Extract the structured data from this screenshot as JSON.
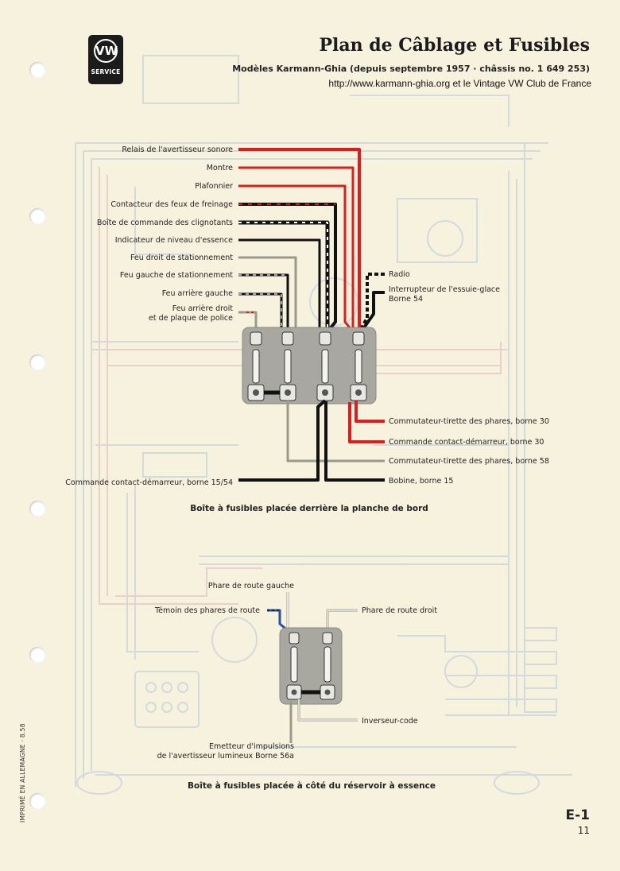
{
  "header": {
    "brand": "VW",
    "service_label": "SERVICE",
    "title": "Plan de Câblage et Fusibles",
    "subtitle": "Modèles Karmann-Ghia (depuis septembre 1957 · châssis no. 1 649 253)",
    "url": "http://www.karmann-ghia.org et le Vintage VW Club de France"
  },
  "fuse_box_dashboard": {
    "caption": "Boîte à fusibles placée derrière la planche de bord",
    "top_left_labels": [
      "Relais de l'avertisseur sonore",
      "Montre",
      "Plafonnier",
      "Contacteur des feux de freinage",
      "Boîte de commande des clignotants",
      "Indicateur de niveau d'essence",
      "Feu droit de stationnement",
      "Feu gauche de stationnement",
      "Feu arrière gauche",
      "Feu arrière droit",
      "et de plaque de police"
    ],
    "top_right_labels": [
      "Radio",
      "Interrupteur de l'essuie-glace",
      "Borne 54"
    ],
    "bottom_right_labels": [
      "Commutateur-tirette des phares, borne 30",
      "Commande contact-démarreur, borne 30",
      "Commutateur-tirette des phares, borne 58",
      "Bobine, borne 15"
    ],
    "bottom_left_label": "Commande contact-démarreur, borne 15/54"
  },
  "fuse_box_tank": {
    "caption": "Boîte à fusibles placée à côté du réservoir à essence",
    "labels": {
      "left_high_beam": "Phare de route gauche",
      "high_beam_indicator": "Témoin des phares de route",
      "right_high_beam": "Phare de route droit",
      "dimmer": "Inverseur-code",
      "emitter_line1": "Emetteur d'impulsions",
      "emitter_line2": "de l'avertisseur lumineux Borne 56a"
    }
  },
  "footer": {
    "printed": "IMPRIMÉ EN ALLEMAGNE · 8.58",
    "page_code": "E-1",
    "page_number": "11"
  },
  "colors": {
    "paper": "#f7f2de",
    "wire_red": "#d81e1e",
    "wire_black": "#111111",
    "wire_grey": "#9a9a8a",
    "fuse_box": "#a9a8a0",
    "faded_blue": "#c6d2dc",
    "faded_pink": "#e8c2c2",
    "wire_blue": "#2a4fa0"
  }
}
